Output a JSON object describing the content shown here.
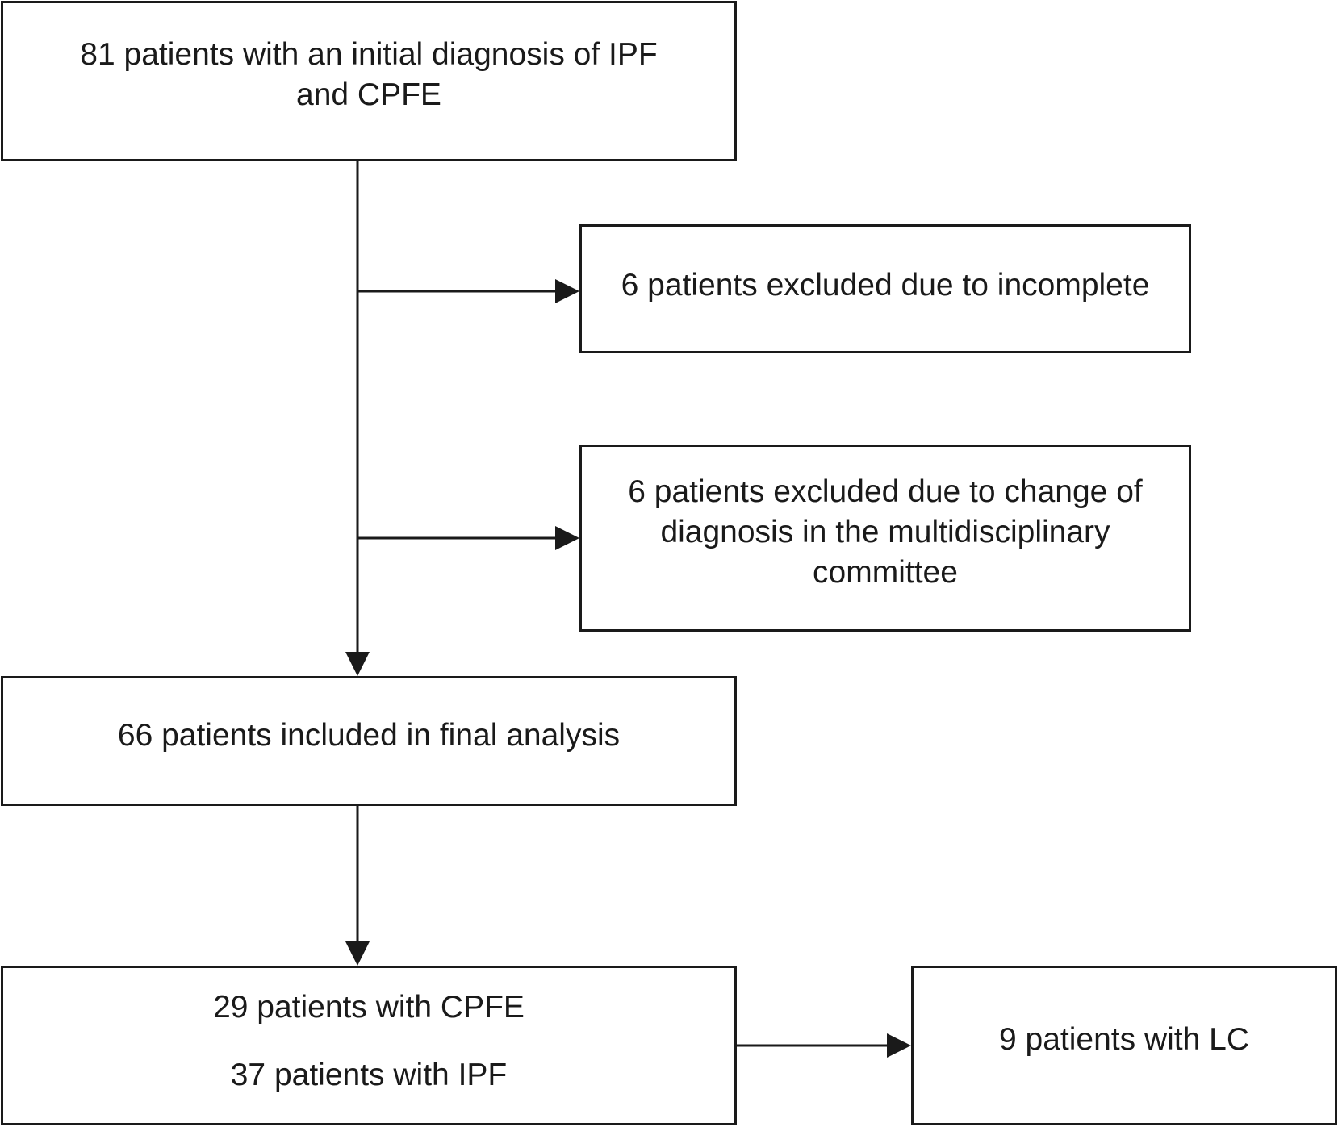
{
  "flowchart": {
    "initial": {
      "line1": "81 patients with an initial diagnosis of IPF",
      "line2": "and CPFE"
    },
    "excluded_incomplete": {
      "line1": "6 patients excluded due to incomplete"
    },
    "excluded_change": {
      "line1": "6 patients excluded due to change of",
      "line2": "diagnosis in the multidisciplinary",
      "line3": "committee"
    },
    "final_analysis": {
      "line1": "66 patients included in final analysis"
    },
    "groups": {
      "cpfe": "29 patients with CPFE",
      "ipf": "37 patients with IPF"
    },
    "lung_cancer": {
      "line1": "9 patients with LC"
    }
  },
  "colors": {
    "line": "#1a1a1a",
    "background": "#ffffff"
  }
}
